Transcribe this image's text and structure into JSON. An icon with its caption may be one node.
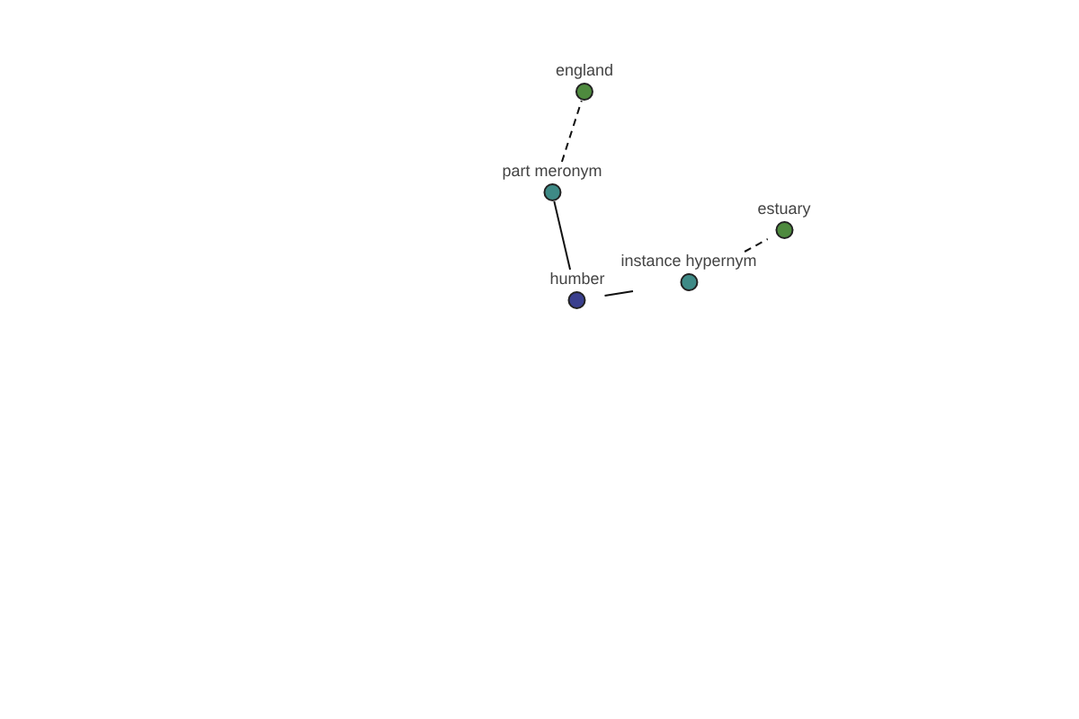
{
  "diagram": {
    "nodes": [
      {
        "text": [
          "england"
        ]
      },
      {
        "text": [
          "part meronym"
        ]
      },
      {
        "text": [
          "estuary"
        ]
      },
      {
        "text": [
          "instance hypernym"
        ]
      },
      {
        "text": [
          "humber"
        ]
      }
    ],
    "edges": [
      {
        "from": 1,
        "to": 0,
        "arrow": "none",
        "style": "dashed"
      },
      {
        "from": 4,
        "to": 1,
        "arrow": "none"
      },
      {
        "from": 4,
        "to": 3,
        "arrow": "none"
      },
      {
        "from": 3,
        "to": 2,
        "arrow": "none",
        "style": "dashed"
      }
    ]
  }
}
